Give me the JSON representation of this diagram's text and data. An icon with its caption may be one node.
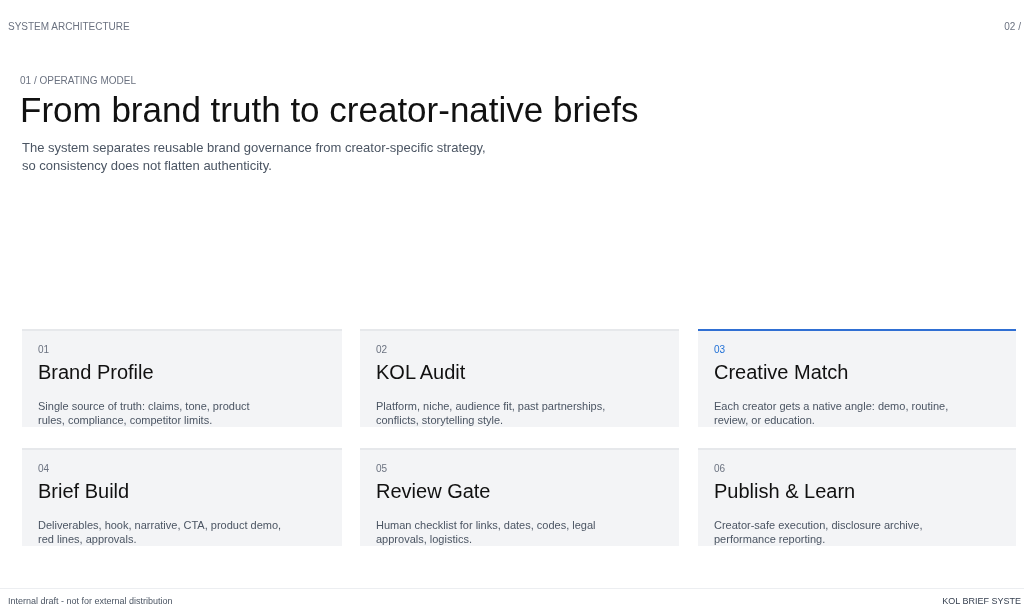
{
  "diagram": {
    "title": "From brand truth to creator-native briefs",
    "nodes": [
      {
        "text": [
          "01",
          "Brand Profile",
          "Single source of truth: claims, tone, product rules, compliance, competitor limits."
        ]
      },
      {
        "text": [
          "02",
          "KOL Audit",
          "Platform, niche, audience fit, past partnerships, conflicts, storytelling style."
        ]
      },
      {
        "text": [
          "03",
          "Creative Match",
          "Each creator gets a native angle: demo, routine, review, or education."
        ]
      },
      {
        "text": [
          "04",
          "Brief Build",
          "Deliverables, hook, narrative, CTA, product demo, red lines, approvals."
        ]
      },
      {
        "text": [
          "05",
          "Review Gate",
          "Human checklist for links, dates, codes, legal approvals, logistics."
        ]
      },
      {
        "text": [
          "06",
          "Publish & Learn",
          "Creator-safe execution, disclosure archive, performance reporting."
        ]
      }
    ],
    "labels": [
      "SYSTEM ARCHITECTURE",
      "02 /",
      "01 / OPERATING MODEL",
      "The system separates reusable brand governance from creator-specific strategy, so consistency does not flatten authenticity.",
      "Internal draft - not for external distribution",
      "KOL BRIEF SYSTE"
    ]
  }
}
